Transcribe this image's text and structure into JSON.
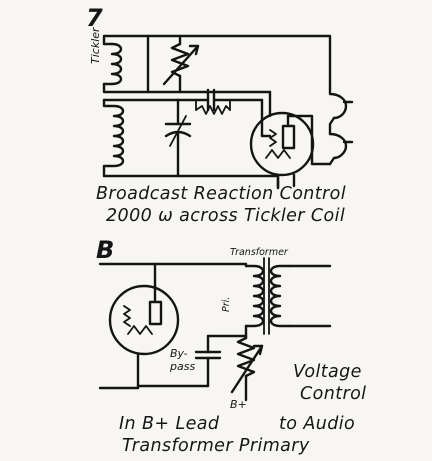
{
  "figure7": {
    "number": "7",
    "tickler_label": "Tickler",
    "caption_line1": "Broadcast Reaction Control",
    "caption_line2": "2000 ω across Tickler Coil"
  },
  "figure8": {
    "number": "B",
    "transformer_label": "Transformer",
    "primary_label": "Pri.",
    "bypass_label_1": "By-",
    "bypass_label_2": "pass",
    "bplus_label": "B+",
    "voltage_line1": "Voltage",
    "voltage_line2": "Control",
    "voltage_line3": "to Audio",
    "caption_line1": "In B+ Lead",
    "caption_line2": "Transformer Primary"
  }
}
